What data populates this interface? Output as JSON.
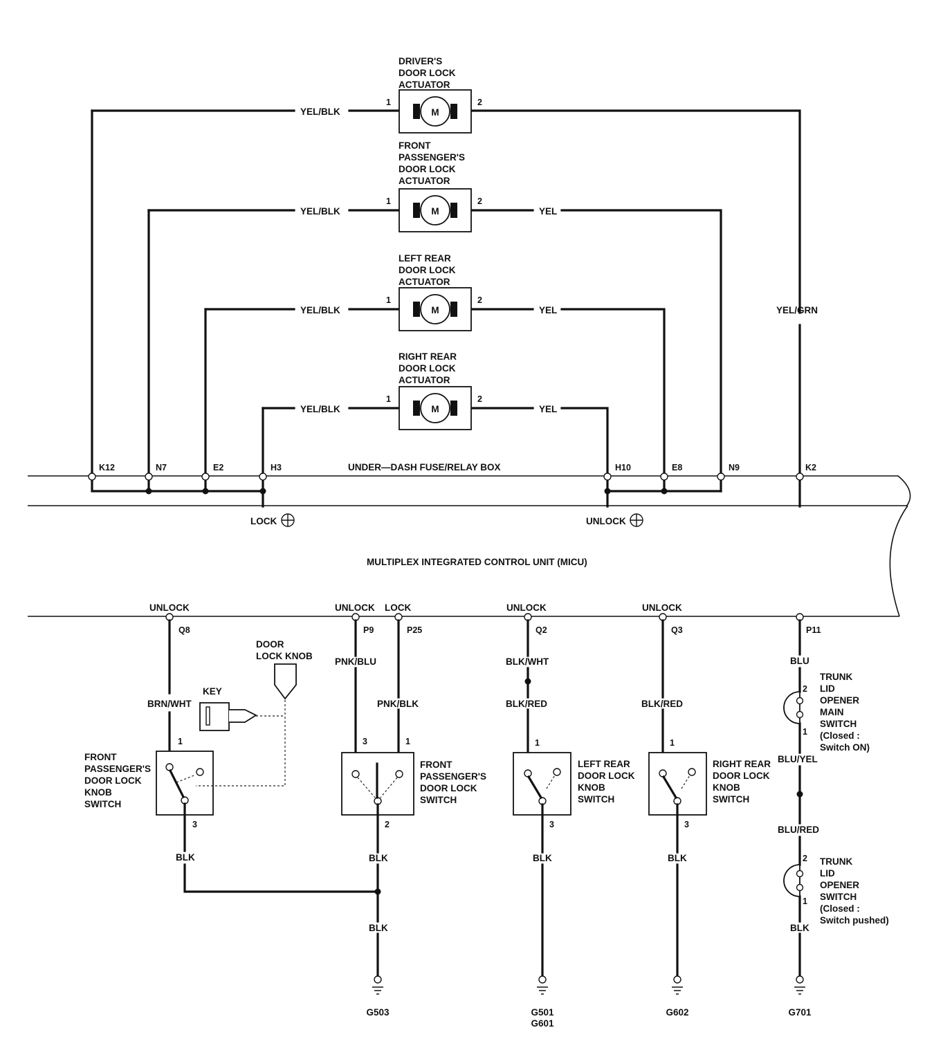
{
  "actuators": [
    {
      "name": [
        "DRIVER'S",
        "DOOR LOCK",
        "ACTUATOR"
      ],
      "pin_left": "1",
      "pin_right": "2",
      "symbol": "M",
      "wire_left": "YEL/BLK",
      "wire_right": ""
    },
    {
      "name": [
        "FRONT",
        "PASSENGER'S",
        "DOOR LOCK",
        "ACTUATOR"
      ],
      "pin_left": "1",
      "pin_right": "2",
      "symbol": "M",
      "wire_left": "YEL/BLK",
      "wire_right": "YEL"
    },
    {
      "name": [
        "LEFT REAR",
        "DOOR LOCK",
        "ACTUATOR"
      ],
      "pin_left": "1",
      "pin_right": "2",
      "symbol": "M",
      "wire_left": "YEL/BLK",
      "wire_right": "YEL"
    },
    {
      "name": [
        "RIGHT REAR",
        "DOOR LOCK",
        "ACTUATOR"
      ],
      "pin_left": "1",
      "pin_right": "2",
      "symbol": "M",
      "wire_left": "YEL/BLK",
      "wire_right": "YEL"
    }
  ],
  "driver_return_wire": "YEL/GRN",
  "fuse_box": {
    "label": "UNDER—DASH FUSE/RELAY BOX",
    "terminals": [
      "K12",
      "N7",
      "E2",
      "H3",
      "H10",
      "E8",
      "N9",
      "K2"
    ],
    "lock_label": "LOCK",
    "unlock_label": "UNLOCK"
  },
  "micu": {
    "label": "MULTIPLEX INTEGRATED CONTROL UNIT (MICU)",
    "terminals": [
      {
        "func": "UNLOCK",
        "pin": "Q8"
      },
      {
        "func": "UNLOCK",
        "pin": "P9"
      },
      {
        "func": "LOCK",
        "pin": "P25"
      },
      {
        "func": "UNLOCK",
        "pin": "Q2"
      },
      {
        "func": "UNLOCK",
        "pin": "Q3"
      },
      {
        "func": "",
        "pin": "P11"
      }
    ]
  },
  "switches": {
    "knob": {
      "name": [
        "FRONT",
        "PASSENGER'S",
        "DOOR LOCK",
        "KNOB",
        "SWITCH"
      ],
      "pin_top": "1",
      "pin_bottom": "3",
      "wire_top": "BRN/WHT",
      "wire_bottom": "BLK"
    },
    "key_label": "KEY",
    "door_lock_knob_label": [
      "DOOR",
      "LOCK KNOB"
    ],
    "fp_door": {
      "name": [
        "FRONT",
        "PASSENGER'S",
        "DOOR LOCK",
        "SWITCH"
      ],
      "pin_left": "3",
      "pin_right": "1",
      "pin_bottom": "2",
      "wire_left": "PNK/BLU",
      "wire_right": "PNK/BLK",
      "wire_bottom": "BLK",
      "wire_ground": "BLK"
    },
    "left_rear": {
      "name": [
        "LEFT REAR",
        "DOOR LOCK",
        "KNOB",
        "SWITCH"
      ],
      "pin_top": "1",
      "pin_bottom": "3",
      "wire_upper": "BLK/WHT",
      "wire_lower": "BLK/RED",
      "wire_bottom": "BLK"
    },
    "right_rear": {
      "name": [
        "RIGHT REAR",
        "DOOR LOCK",
        "KNOB",
        "SWITCH"
      ],
      "pin_top": "1",
      "pin_bottom": "3",
      "wire_top": "BLK/RED",
      "wire_bottom": "BLK"
    },
    "trunk_main": {
      "name": [
        "TRUNK",
        "LID",
        "OPENER",
        "MAIN",
        "SWITCH",
        "(Closed :",
        "Switch ON)"
      ],
      "pin_top": "2",
      "pin_bottom": "1"
    },
    "trunk_opener": {
      "name": [
        "TRUNK",
        "LID",
        "OPENER",
        "SWITCH",
        "(Closed :",
        "Switch pushed)"
      ],
      "pin_top": "2",
      "pin_bottom": "1"
    },
    "trunk_wires": [
      "BLU",
      "BLU/YEL",
      "BLU/RED",
      "BLK"
    ]
  },
  "grounds": [
    [
      "G503"
    ],
    [
      "G501",
      "G601"
    ],
    [
      "G602"
    ],
    [
      "G701"
    ]
  ]
}
